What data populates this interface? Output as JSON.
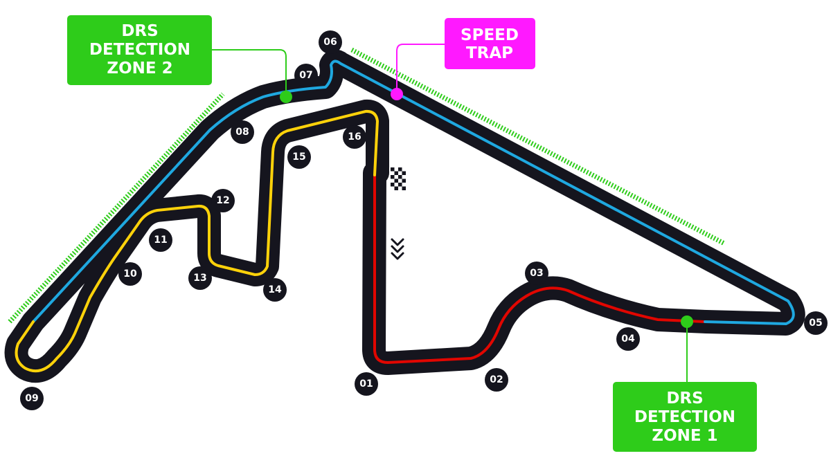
{
  "callouts": {
    "drs_detection_zone_2": {
      "lines": [
        "DRS",
        "DETECTION",
        "ZONE 2"
      ],
      "color": "#2ecc1a"
    },
    "speed_trap": {
      "lines": [
        "SPEED",
        "TRAP"
      ],
      "color": "#ff19ff"
    },
    "drs_detection_zone_1": {
      "lines": [
        "DRS",
        "DETECTION",
        "ZONE 1"
      ],
      "color": "#2ecc1a"
    }
  },
  "turns": [
    "01",
    "02",
    "03",
    "04",
    "05",
    "06",
    "07",
    "08",
    "09",
    "10",
    "11",
    "12",
    "13",
    "14",
    "15",
    "16"
  ],
  "colors": {
    "track": "#15151e",
    "sector_1": "#e10600",
    "sector_2": "#1fa8e0",
    "sector_3": "#ffd20a",
    "drs_zone": "#2ecc1a",
    "speed_trap": "#ff19ff"
  },
  "icons": {
    "start_finish": "chequered-flag-icon",
    "direction": "direction-chevrons-icon"
  }
}
